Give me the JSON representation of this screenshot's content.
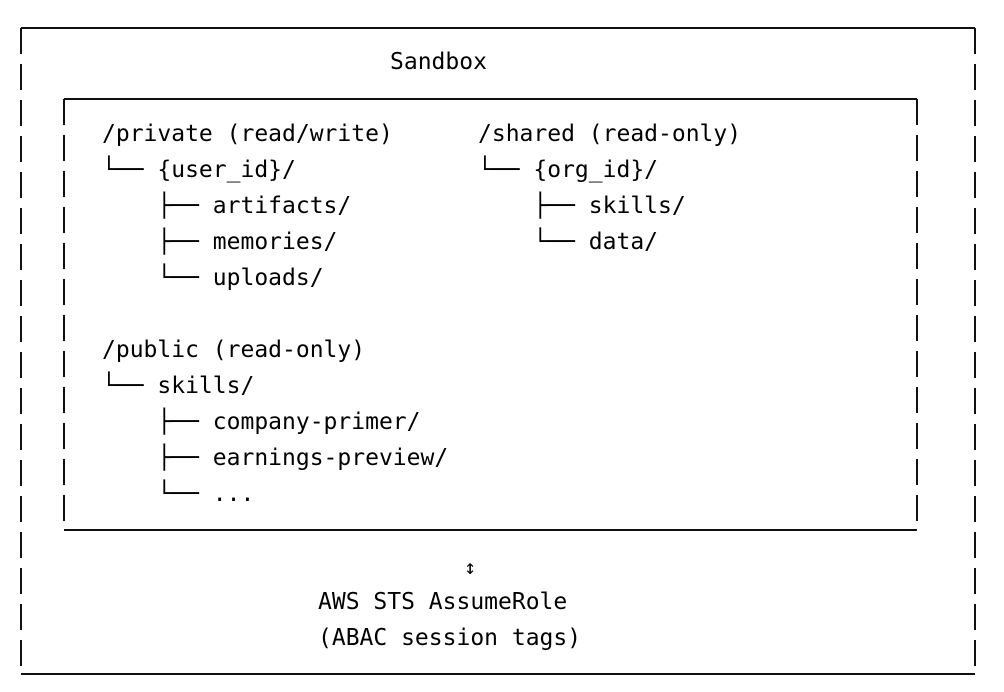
{
  "sandbox": {
    "title": "Sandbox",
    "private": {
      "header": "/private (read/write)",
      "lines": [
        "└── {user_id}/",
        "    ├── artifacts/",
        "    ├── memories/",
        "    └── uploads/"
      ]
    },
    "shared": {
      "header": "/shared (read-only)",
      "lines": [
        "└── {org_id}/",
        "    ├── skills/",
        "    └── data/"
      ]
    },
    "public": {
      "header": "/public (read-only)",
      "lines": [
        "└── skills/",
        "    ├── company-primer/",
        "    ├── earnings-preview/",
        "    └── ..."
      ]
    },
    "arrow": "↕",
    "auth": {
      "line1": "AWS STS AssumeRole",
      "line2": "(ABAC session tags)"
    }
  }
}
